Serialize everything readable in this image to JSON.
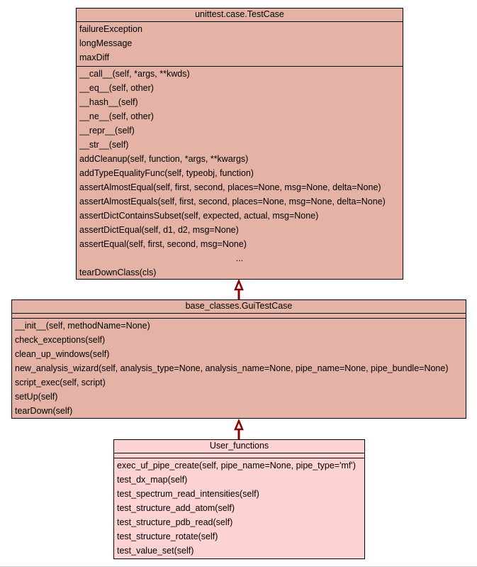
{
  "diagram": {
    "classes": [
      {
        "id": "testcase",
        "title": "unittest.case.TestCase",
        "attributes": [
          "failureException",
          "longMessage",
          "maxDiff"
        ],
        "methods": [
          "__call__(self, *args, **kwds)",
          "__eq__(self, other)",
          "__hash__(self)",
          "__ne__(self, other)",
          "__repr__(self)",
          "__str__(self)",
          "addCleanup(self, function, *args, **kwargs)",
          "addTypeEqualityFunc(self, typeobj, function)",
          "assertAlmostEqual(self, first, second, places=None, msg=None, delta=None)",
          "assertAlmostEquals(self, first, second, places=None, msg=None, delta=None)",
          "assertDictContainsSubset(self, expected, actual, msg=None)",
          "assertDictEqual(self, d1, d2, msg=None)",
          "assertEqual(self, first, second, msg=None)",
          "...",
          "tearDownClass(cls)"
        ]
      },
      {
        "id": "guitestcase",
        "title": "base_classes.GuiTestCase",
        "attributes": [],
        "methods": [
          "__init__(self, methodName=None)",
          "check_exceptions(self)",
          "clean_up_windows(self)",
          "new_analysis_wizard(self, analysis_type=None, analysis_name=None, pipe_name=None, pipe_bundle=None)",
          "script_exec(self, script)",
          "setUp(self)",
          "tearDown(self)"
        ]
      },
      {
        "id": "userfunctions",
        "title": "User_functions",
        "attributes": [],
        "methods": [
          "exec_uf_pipe_create(self, pipe_name=None, pipe_type='mf')",
          "test_dx_map(self)",
          "test_spectrum_read_intensities(self)",
          "test_structure_add_atom(self)",
          "test_structure_pdb_read(self)",
          "test_structure_rotate(self)",
          "test_value_set(self)"
        ]
      }
    ],
    "edges": [
      {
        "from": "guitestcase",
        "to": "testcase",
        "type": "inheritance"
      },
      {
        "from": "userfunctions",
        "to": "guitestcase",
        "type": "inheritance"
      }
    ],
    "colors": {
      "base_fill": "#e4b3a6",
      "leaf_fill": "#fcd2d2",
      "edge": "#8b0000"
    }
  }
}
